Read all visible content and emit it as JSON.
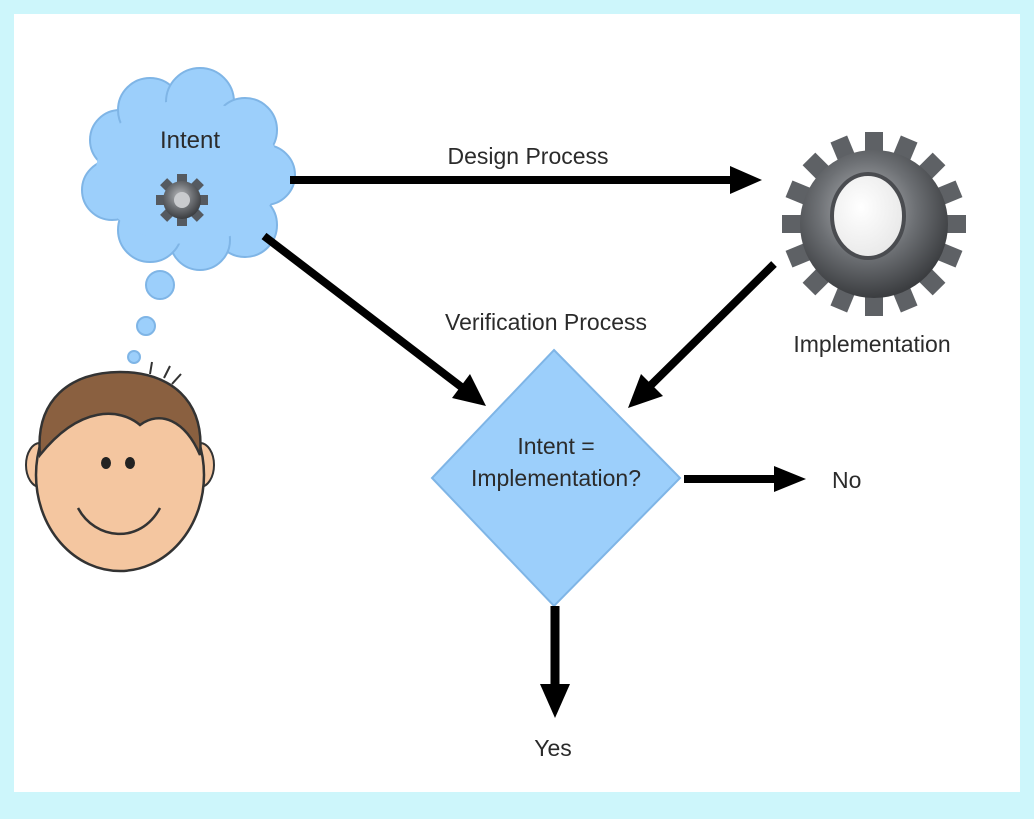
{
  "labels": {
    "intent": "Intent",
    "design_process": "Design Process",
    "implementation": "Implementation",
    "verification_process": "Verification Process",
    "decision_line1": "Intent =",
    "decision_line2": "Implementation?",
    "no": "No",
    "yes": "Yes"
  },
  "colors": {
    "border": "#cdf6fb",
    "cloud_fill": "#9ccffb",
    "diamond_fill": "#9ccffb",
    "arrow": "#000000",
    "skin": "#f4c6a0",
    "hair": "#8a6040",
    "gear": "#707276"
  },
  "icons": [
    "cloud-thought-bubble",
    "small-gear-icon",
    "large-gear-icon",
    "person-face-icon"
  ]
}
